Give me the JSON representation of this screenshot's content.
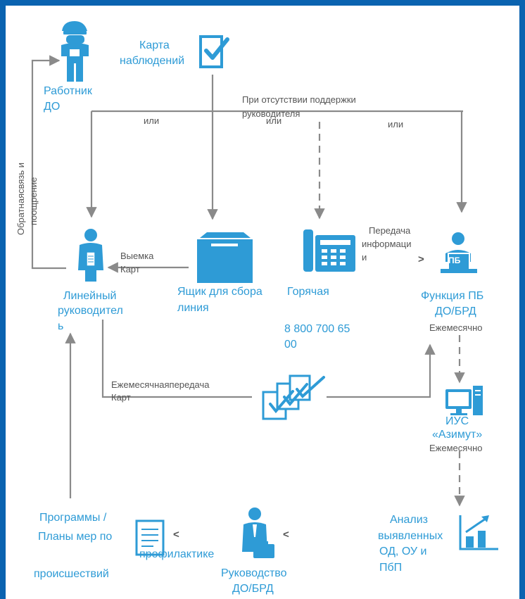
{
  "colors": {
    "accent": "#2e9bd6",
    "line": "#8a8a8a",
    "frame": "#0a63b0",
    "text": "#555555"
  },
  "nodes": {
    "worker": {
      "line1": "Работник",
      "line2": "ДО"
    },
    "card": {
      "line1": "Карта",
      "line2": "наблюдений"
    },
    "manager": {
      "line1": "Линейный",
      "line2": "руководител",
      "line3": "ь"
    },
    "box": {
      "line1": "Ящик для сбора",
      "line2": "линия"
    },
    "hotline": {
      "title": "Горячая",
      "phone1": "8 800 700 65",
      "phone2": "00"
    },
    "pb": {
      "line1": "Функция ПБ",
      "line2": "ДО/БРД",
      "screen": "ПБ"
    },
    "ius": {
      "line1": "ИУС",
      "line2": "«Азимут»"
    },
    "analysis": {
      "line1": "Анализ",
      "line2": "выявленных",
      "line3": "ОД, ОУ и",
      "line4": "ПбП"
    },
    "programs": {
      "line1": "Программы /",
      "line2": "Планы мер по",
      "line3": "профилактике",
      "line4": "происшествий"
    },
    "leadership": {
      "line1": "Руководство",
      "line2": "ДО/БРД"
    }
  },
  "labels": {
    "or1": "или",
    "or2": "или",
    "or3": "или",
    "no_support_1": "При отсутствии поддержки",
    "no_support_2": "руководителя",
    "feedback_1": "Обратнаясвязь и",
    "feedback_2": "поощрение",
    "extract_1": "Выемка",
    "extract_2": "Карт",
    "transfer_1": "Передача",
    "transfer_2": "информаци",
    "transfer_3": "и",
    "monthly_1": "Ежемесячно",
    "monthly_2": "Ежемесячно",
    "monthly_transfer_1": "Ежемесячнаяпередача",
    "monthly_transfer_2": "Карт",
    "chev_pb": ">",
    "chev_programs": "<",
    "chev_leadership": "<"
  }
}
